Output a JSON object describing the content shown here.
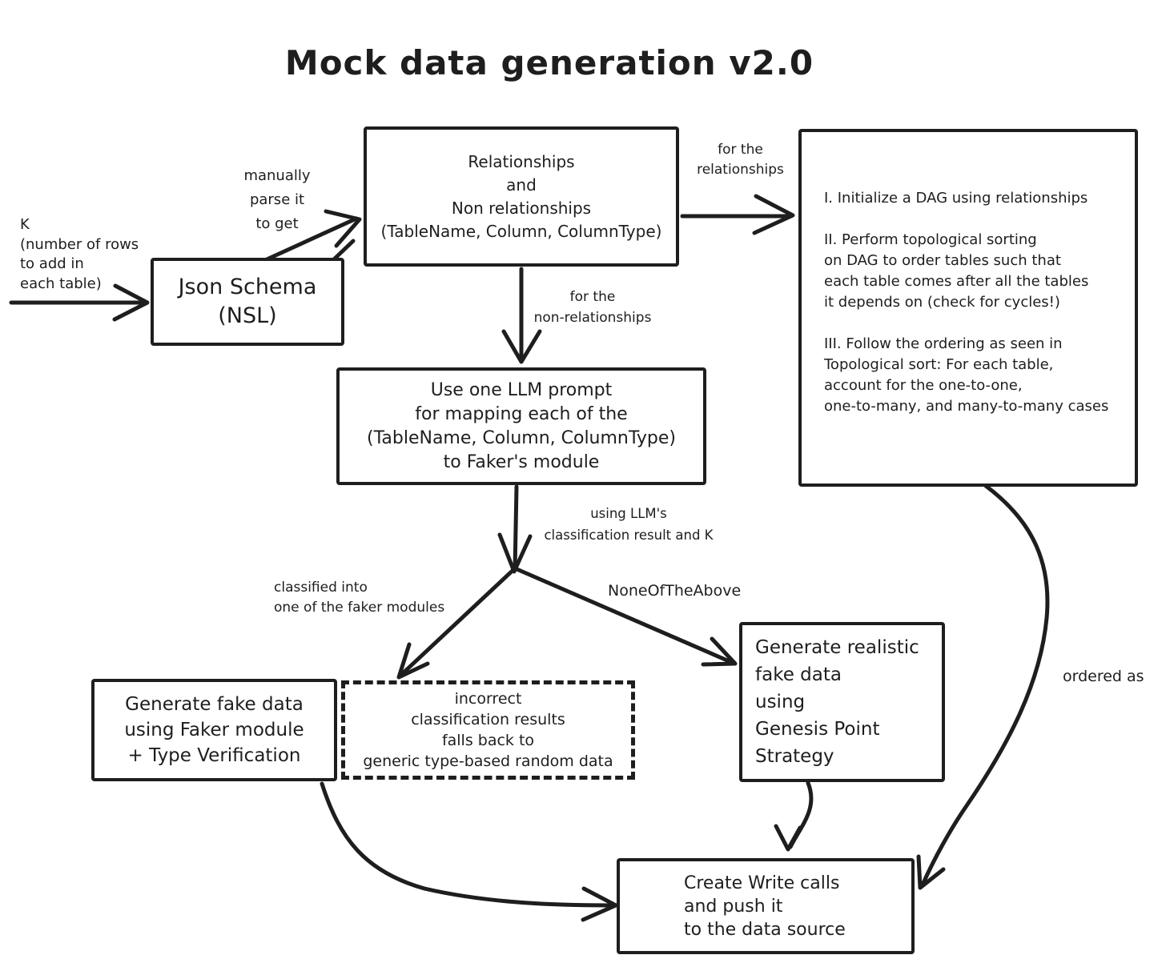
{
  "title": "Mock data generation v2.0",
  "labels": {
    "k": "K\n(number of rows\nto add in\neach table)",
    "manually": "manually\nparse it\nto get",
    "for_relationships": "for the\nrelationships",
    "for_non_relationships": "for the\nnon-relationships",
    "using_llm": "using LLM's\nclassification result and K",
    "classified": "classified into\none of the faker modules",
    "none_of_the_above": "NoneOfTheAbove",
    "ordered_as": "ordered as"
  },
  "boxes": {
    "json_schema": "Json Schema\n(NSL)",
    "relationships": "Relationships\nand\nNon relationships\n(TableName, Column, ColumnType)",
    "dag_steps": "I. Initialize a DAG using relationships\n\nII. Perform topological sorting\non DAG to order tables such that\neach table comes after all the tables\nit depends on (check for cycles!)\n\nIII. Follow the ordering as seen in\nTopological sort: For each table,\naccount for the one-to-one,\none-to-many, and many-to-many cases",
    "llm_prompt": "Use one LLM prompt\nfor mapping each of the\n(TableName, Column, ColumnType)\nto Faker's module",
    "faker": "Generate fake data\nusing Faker module\n+ Type Verification",
    "fallback": "incorrect\nclassification results\nfalls back to\ngeneric type-based random data",
    "genesis": "Generate realistic\nfake data\nusing\nGenesis Point\nStrategy",
    "write_calls": "Create Write calls\nand push it\nto the data source"
  },
  "colors": {
    "ink": "#1e1e1e",
    "background": "#ffffff"
  }
}
